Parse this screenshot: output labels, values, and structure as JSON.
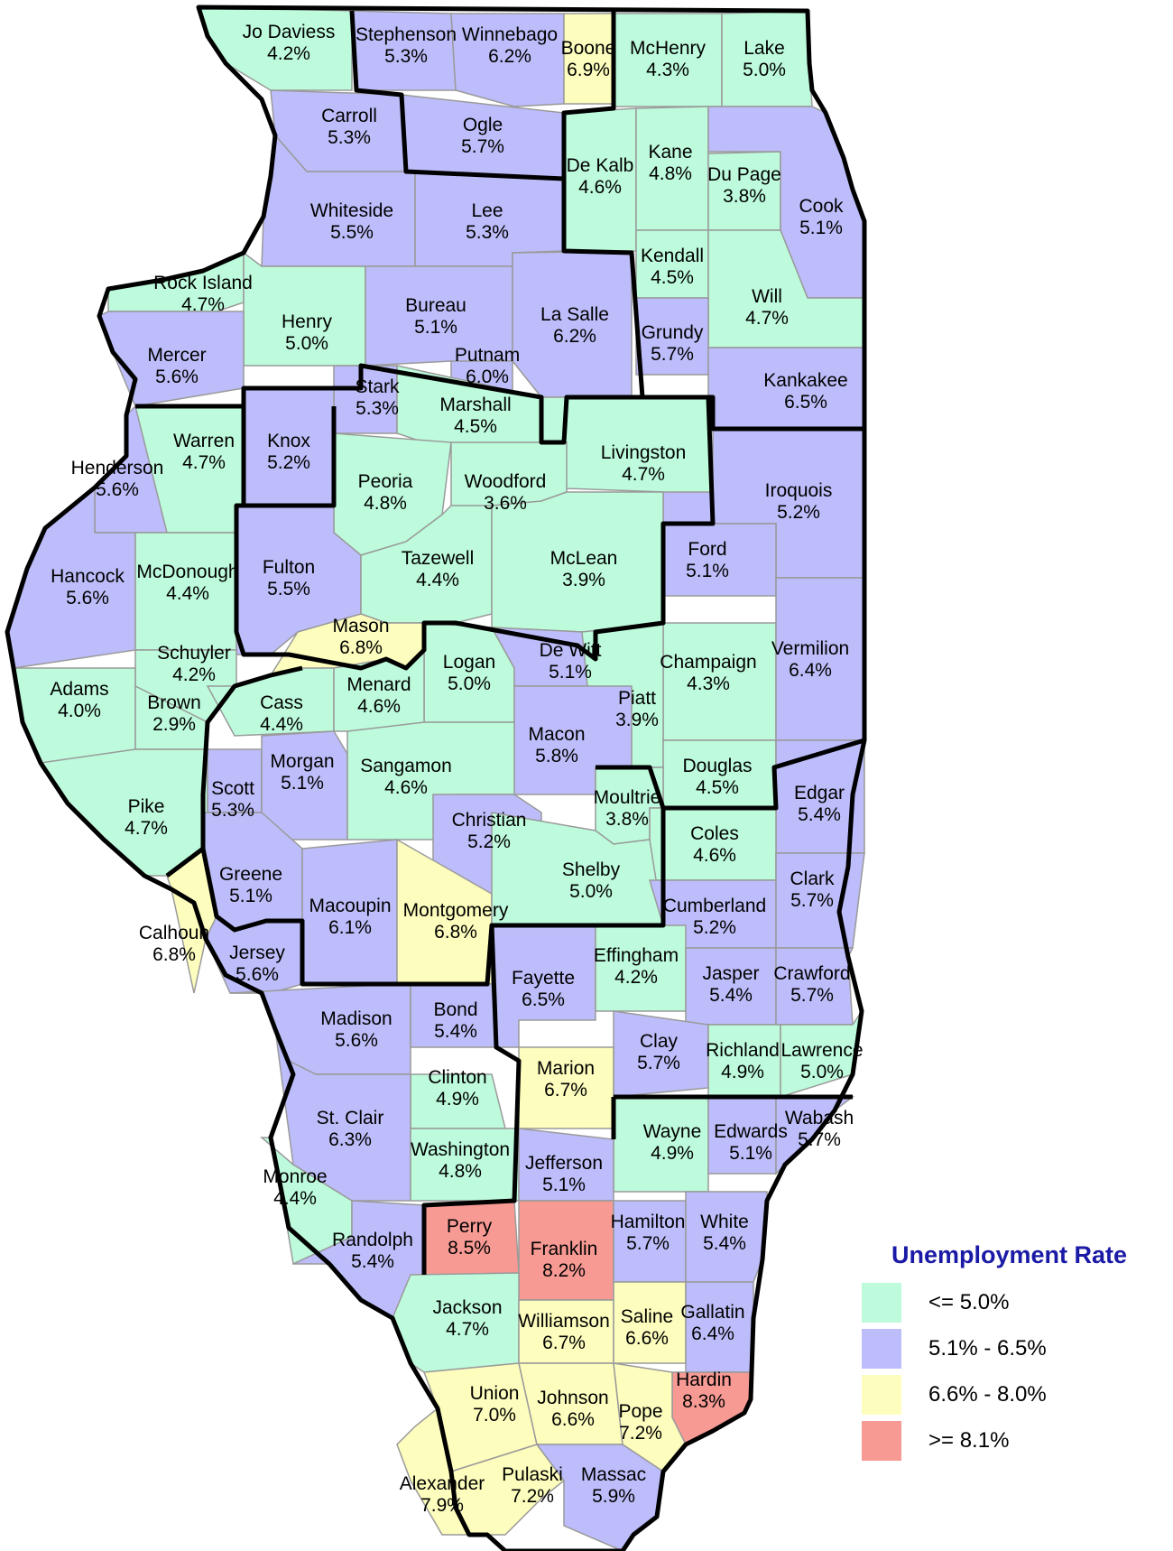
{
  "legend": {
    "title": "Unemployment Rate",
    "items": [
      {
        "label": "<= 5.0%",
        "color": "#bdfbdc",
        "class": "c1"
      },
      {
        "label": "5.1% - 6.5%",
        "color": "#bdbdfb",
        "class": "c2"
      },
      {
        "label": "6.6% - 8.0%",
        "color": "#fdfdbd",
        "class": "c3"
      },
      {
        "label": ">= 8.1%",
        "color": "#f79a94",
        "class": "c4"
      }
    ]
  },
  "counties": [
    {
      "name": "Jo Daviess",
      "rate": "4.2%",
      "class": "c1"
    },
    {
      "name": "Stephenson",
      "rate": "5.3%",
      "class": "c2"
    },
    {
      "name": "Winnebago",
      "rate": "6.2%",
      "class": "c2"
    },
    {
      "name": "Boone",
      "rate": "6.9%",
      "class": "c3"
    },
    {
      "name": "McHenry",
      "rate": "4.3%",
      "class": "c1"
    },
    {
      "name": "Lake",
      "rate": "5.0%",
      "class": "c1"
    },
    {
      "name": "Carroll",
      "rate": "5.3%",
      "class": "c2"
    },
    {
      "name": "Ogle",
      "rate": "5.7%",
      "class": "c2"
    },
    {
      "name": "De Kalb",
      "rate": "4.6%",
      "class": "c1"
    },
    {
      "name": "Kane",
      "rate": "4.8%",
      "class": "c1"
    },
    {
      "name": "Du Page",
      "rate": "3.8%",
      "class": "c1"
    },
    {
      "name": "Cook",
      "rate": "5.1%",
      "class": "c2"
    },
    {
      "name": "Whiteside",
      "rate": "5.5%",
      "class": "c2"
    },
    {
      "name": "Lee",
      "rate": "5.3%",
      "class": "c2"
    },
    {
      "name": "Kendall",
      "rate": "4.5%",
      "class": "c1"
    },
    {
      "name": "Will",
      "rate": "4.7%",
      "class": "c1"
    },
    {
      "name": "Rock Island",
      "rate": "4.7%",
      "class": "c1"
    },
    {
      "name": "Henry",
      "rate": "5.0%",
      "class": "c1"
    },
    {
      "name": "Bureau",
      "rate": "5.1%",
      "class": "c2"
    },
    {
      "name": "La Salle",
      "rate": "6.2%",
      "class": "c2"
    },
    {
      "name": "Grundy",
      "rate": "5.7%",
      "class": "c2"
    },
    {
      "name": "Mercer",
      "rate": "5.6%",
      "class": "c2"
    },
    {
      "name": "Putnam",
      "rate": "6.0%",
      "class": "c2"
    },
    {
      "name": "Kankakee",
      "rate": "6.5%",
      "class": "c2"
    },
    {
      "name": "Stark",
      "rate": "5.3%",
      "class": "c2"
    },
    {
      "name": "Marshall",
      "rate": "4.5%",
      "class": "c1"
    },
    {
      "name": "Warren",
      "rate": "4.7%",
      "class": "c1"
    },
    {
      "name": "Knox",
      "rate": "5.2%",
      "class": "c2"
    },
    {
      "name": "Livingston",
      "rate": "4.7%",
      "class": "c1"
    },
    {
      "name": "Henderson",
      "rate": "5.6%",
      "class": "c2"
    },
    {
      "name": "Peoria",
      "rate": "4.8%",
      "class": "c1"
    },
    {
      "name": "Woodford",
      "rate": "3.6%",
      "class": "c1"
    },
    {
      "name": "Iroquois",
      "rate": "5.2%",
      "class": "c2"
    },
    {
      "name": "Ford",
      "rate": "5.1%",
      "class": "c2"
    },
    {
      "name": "Hancock",
      "rate": "5.6%",
      "class": "c2"
    },
    {
      "name": "McDonough",
      "rate": "4.4%",
      "class": "c1"
    },
    {
      "name": "Fulton",
      "rate": "5.5%",
      "class": "c2"
    },
    {
      "name": "Tazewell",
      "rate": "4.4%",
      "class": "c1"
    },
    {
      "name": "McLean",
      "rate": "3.9%",
      "class": "c1"
    },
    {
      "name": "Mason",
      "rate": "6.8%",
      "class": "c3"
    },
    {
      "name": "Schuyler",
      "rate": "4.2%",
      "class": "c1"
    },
    {
      "name": "Logan",
      "rate": "5.0%",
      "class": "c1"
    },
    {
      "name": "De Witt",
      "rate": "5.1%",
      "class": "c2"
    },
    {
      "name": "Champaign",
      "rate": "4.3%",
      "class": "c1"
    },
    {
      "name": "Vermilion",
      "rate": "6.4%",
      "class": "c2"
    },
    {
      "name": "Adams",
      "rate": "4.0%",
      "class": "c1"
    },
    {
      "name": "Brown",
      "rate": "2.9%",
      "class": "c1"
    },
    {
      "name": "Cass",
      "rate": "4.4%",
      "class": "c1"
    },
    {
      "name": "Menard",
      "rate": "4.6%",
      "class": "c1"
    },
    {
      "name": "Piatt",
      "rate": "3.9%",
      "class": "c1"
    },
    {
      "name": "Macon",
      "rate": "5.8%",
      "class": "c2"
    },
    {
      "name": "Douglas",
      "rate": "4.5%",
      "class": "c1"
    },
    {
      "name": "Edgar",
      "rate": "5.4%",
      "class": "c2"
    },
    {
      "name": "Pike",
      "rate": "4.7%",
      "class": "c1"
    },
    {
      "name": "Scott",
      "rate": "5.3%",
      "class": "c2"
    },
    {
      "name": "Morgan",
      "rate": "5.1%",
      "class": "c2"
    },
    {
      "name": "Sangamon",
      "rate": "4.6%",
      "class": "c1"
    },
    {
      "name": "Christian",
      "rate": "5.2%",
      "class": "c2"
    },
    {
      "name": "Moultrie",
      "rate": "3.8%",
      "class": "c1"
    },
    {
      "name": "Coles",
      "rate": "4.6%",
      "class": "c1"
    },
    {
      "name": "Greene",
      "rate": "5.1%",
      "class": "c2"
    },
    {
      "name": "Macoupin",
      "rate": "6.1%",
      "class": "c2"
    },
    {
      "name": "Montgomery",
      "rate": "6.8%",
      "class": "c3"
    },
    {
      "name": "Shelby",
      "rate": "5.0%",
      "class": "c1"
    },
    {
      "name": "Cumberland",
      "rate": "5.2%",
      "class": "c2"
    },
    {
      "name": "Clark",
      "rate": "5.7%",
      "class": "c2"
    },
    {
      "name": "Calhoun",
      "rate": "6.8%",
      "class": "c3"
    },
    {
      "name": "Jersey",
      "rate": "5.6%",
      "class": "c2"
    },
    {
      "name": "Fayette",
      "rate": "6.5%",
      "class": "c2"
    },
    {
      "name": "Effingham",
      "rate": "4.2%",
      "class": "c1"
    },
    {
      "name": "Jasper",
      "rate": "5.4%",
      "class": "c2"
    },
    {
      "name": "Crawford",
      "rate": "5.7%",
      "class": "c2"
    },
    {
      "name": "Madison",
      "rate": "5.6%",
      "class": "c2"
    },
    {
      "name": "Bond",
      "rate": "5.4%",
      "class": "c2"
    },
    {
      "name": "Clay",
      "rate": "5.7%",
      "class": "c2"
    },
    {
      "name": "Marion",
      "rate": "6.7%",
      "class": "c3"
    },
    {
      "name": "Richland",
      "rate": "4.9%",
      "class": "c1"
    },
    {
      "name": "Lawrence",
      "rate": "5.0%",
      "class": "c1"
    },
    {
      "name": "Clinton",
      "rate": "4.9%",
      "class": "c1"
    },
    {
      "name": "St. Clair",
      "rate": "6.3%",
      "class": "c2"
    },
    {
      "name": "Wayne",
      "rate": "4.9%",
      "class": "c1"
    },
    {
      "name": "Edwards",
      "rate": "5.1%",
      "class": "c2"
    },
    {
      "name": "Wabash",
      "rate": "5.7%",
      "class": "c2"
    },
    {
      "name": "Washington",
      "rate": "4.8%",
      "class": "c1"
    },
    {
      "name": "Jefferson",
      "rate": "5.1%",
      "class": "c2"
    },
    {
      "name": "Monroe",
      "rate": "4.4%",
      "class": "c1"
    },
    {
      "name": "Perry",
      "rate": "8.5%",
      "class": "c4"
    },
    {
      "name": "Randolph",
      "rate": "5.4%",
      "class": "c2"
    },
    {
      "name": "Franklin",
      "rate": "8.2%",
      "class": "c4"
    },
    {
      "name": "Hamilton",
      "rate": "5.7%",
      "class": "c2"
    },
    {
      "name": "White",
      "rate": "5.4%",
      "class": "c2"
    },
    {
      "name": "Jackson",
      "rate": "4.7%",
      "class": "c1"
    },
    {
      "name": "Williamson",
      "rate": "6.7%",
      "class": "c3"
    },
    {
      "name": "Saline",
      "rate": "6.6%",
      "class": "c3"
    },
    {
      "name": "Gallatin",
      "rate": "6.4%",
      "class": "c2"
    },
    {
      "name": "Hardin",
      "rate": "8.3%",
      "class": "c4"
    },
    {
      "name": "Union",
      "rate": "7.0%",
      "class": "c3"
    },
    {
      "name": "Johnson",
      "rate": "6.6%",
      "class": "c3"
    },
    {
      "name": "Pope",
      "rate": "7.2%",
      "class": "c3"
    },
    {
      "name": "Alexander",
      "rate": "7.9%",
      "class": "c3"
    },
    {
      "name": "Pulaski",
      "rate": "7.2%",
      "class": "c3"
    },
    {
      "name": "Massac",
      "rate": "5.9%",
      "class": "c2"
    }
  ]
}
